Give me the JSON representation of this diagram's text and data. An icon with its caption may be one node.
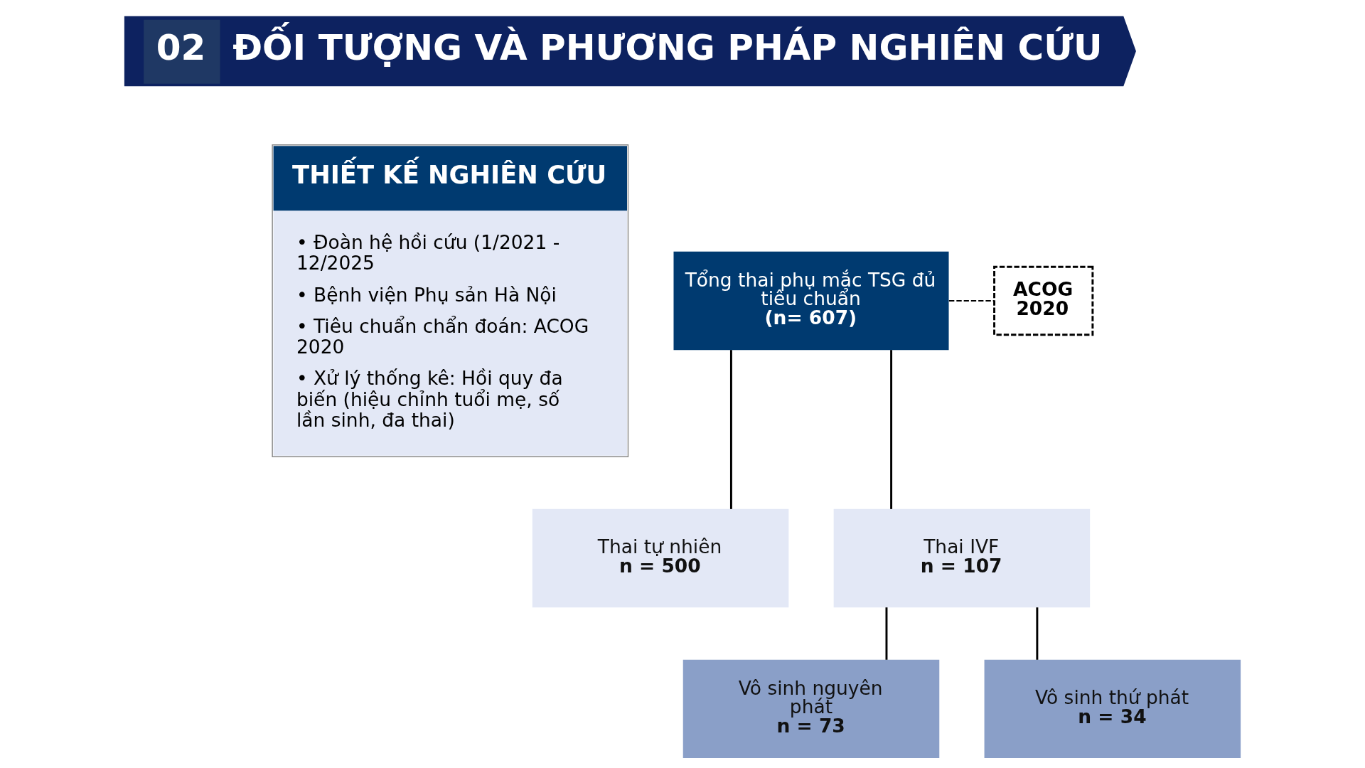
{
  "diagram": {
    "nodes": [
      {
        "text": [
          "02",
          "ĐỐI TƯỢNG VÀ PHƯƠNG PHÁP NGHIÊN CỨU"
        ]
      },
      {
        "text": [
          "THIẾT KẾ NGHIÊN CỨU",
          "• Đoàn hệ hồi cứu (1/2021 - 12/2025",
          "• Bệnh viện Phụ sản Hà Nội",
          "• Tiêu chuẩn chẩn đoán: ACOG 2020",
          "• Xử lý thống kê: Hồi quy đa biến (hiệu chỉnh tuổi mẹ, số lần sinh, đa thai)"
        ]
      },
      {
        "text": [
          "Tổng thai phụ mắc TSG đủ tiêu chuẩn",
          "(n= 607)"
        ]
      },
      {
        "text": [
          "ACOG 2020"
        ]
      },
      {
        "text": [
          "Thai tự nhiên",
          "n = 500"
        ]
      },
      {
        "text": [
          "Thai IVF",
          "n = 107"
        ]
      },
      {
        "text": [
          "Vô sinh nguyên phát",
          "n = 73"
        ]
      },
      {
        "text": [
          "Vô sinh thứ phát",
          "n = 34"
        ]
      }
    ],
    "edges": [
      {
        "from": 2,
        "to": 3,
        "arrow": "none",
        "style": "dashed"
      },
      {
        "from": 2,
        "to": 4,
        "arrow": "none"
      },
      {
        "from": 2,
        "to": 5,
        "arrow": "none"
      },
      {
        "from": 5,
        "to": 6,
        "arrow": "none"
      },
      {
        "from": 5,
        "to": 7,
        "arrow": "none"
      }
    ]
  }
}
